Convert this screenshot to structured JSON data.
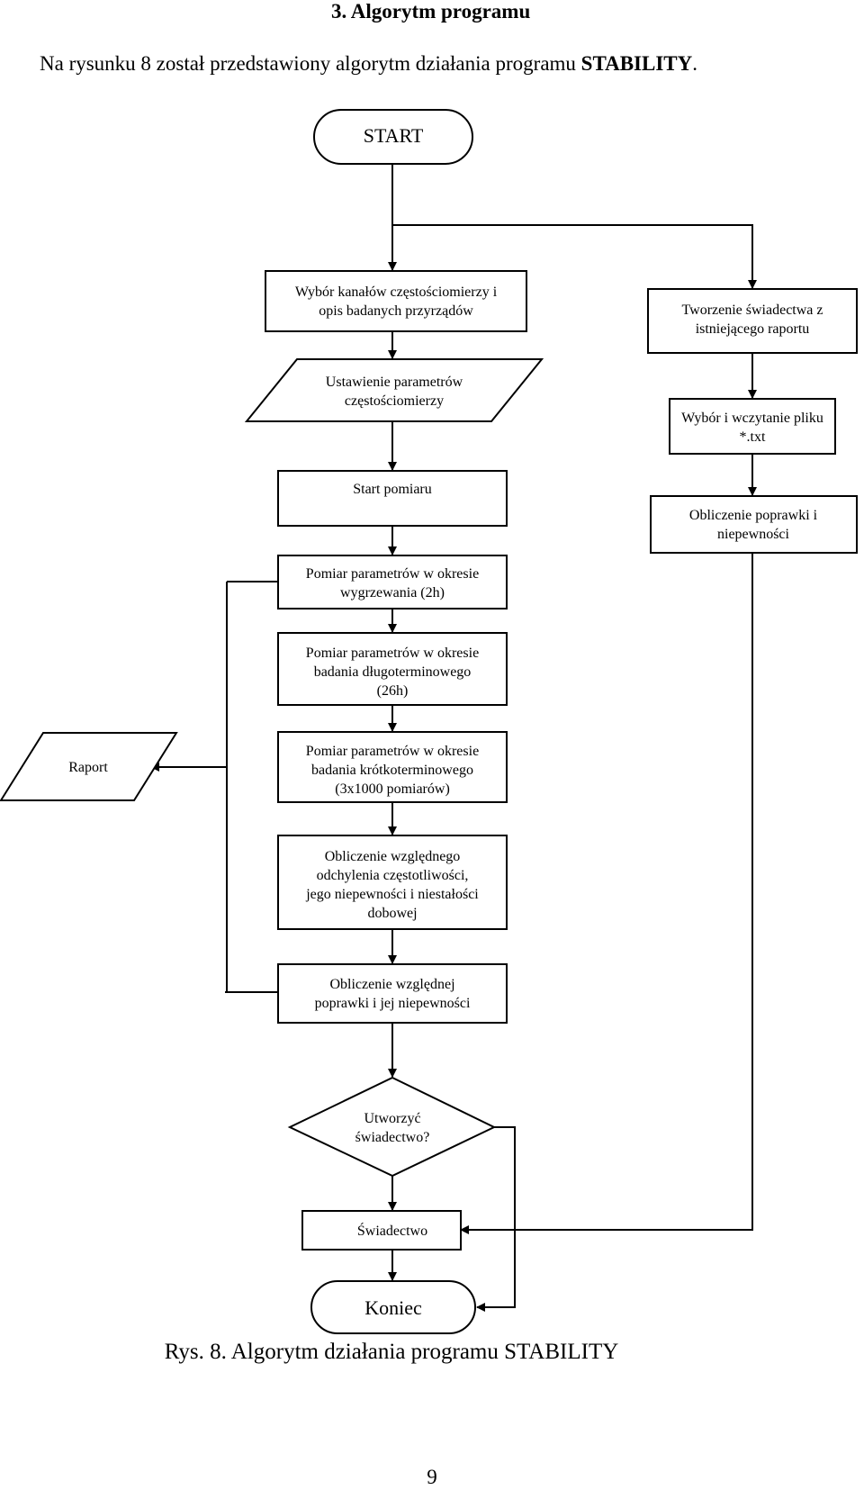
{
  "heading": "3.   Algorytm programu",
  "intro": {
    "text": "Na rysunku 8 został przedstawiony algorytm działania programu ",
    "bold": "STABILITY",
    "end": "."
  },
  "nodes": {
    "start": [
      "START"
    ],
    "wybor_kanalow": [
      "Wybór kanałów częstościomierzy i",
      "opis badanych przyrządów"
    ],
    "ustawienie": [
      "Ustawienie parametrów",
      "częstościomierzy"
    ],
    "start_pomiaru": [
      "Start pomiaru"
    ],
    "pomiar_wygrzewania": [
      "Pomiar parametrów w okresie",
      "wygrzewania (2h)"
    ],
    "pomiar_dlugo": [
      "Pomiar parametrów w okresie",
      "badania długoterminowego",
      "(26h)"
    ],
    "pomiar_krotko": [
      "Pomiar parametrów w okresie",
      "badania krótkoterminowego",
      "(3x1000 pomiarów)"
    ],
    "obliczenie_odchylenia": [
      "Obliczenie względnego",
      "odchylenia częstotliwości,",
      "jego niepewności i niestałości",
      "dobowej"
    ],
    "obliczenie_poprawki_wzgl": [
      "Obliczenie względnej",
      "poprawki i jej niepewności"
    ],
    "decyzja": [
      "Utworzyć",
      "świadectwo?"
    ],
    "swiadectwo": [
      "Świadectwo"
    ],
    "koniec": [
      "Koniec"
    ],
    "raport": [
      "Raport"
    ],
    "tworzenie": [
      "Tworzenie świadectwa z",
      "istniejącego raportu"
    ],
    "wybor_pliku": [
      "Wybór i wczytanie pliku",
      "*.txt"
    ],
    "obliczenie_poprawki": [
      "Obliczenie poprawki i",
      "niepewności"
    ]
  },
  "caption": "Rys. 8. Algorytm działania programu STABILITY",
  "page_number": "9"
}
